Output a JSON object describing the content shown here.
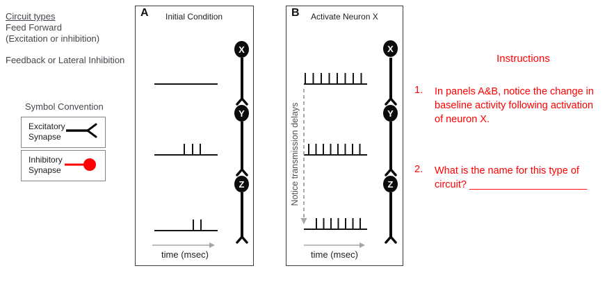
{
  "colors": {
    "accent_red": "#ff0000",
    "arrow_gray": "#a6a6a6",
    "ink_black": "#0b0b0b",
    "left_text": "#44464e",
    "delay_note_gray": "#4d4d4d"
  },
  "left_notes": {
    "heading": "Circuit types",
    "lines": [
      "Feed Forward",
      "(Excitation or inhibition)"
    ],
    "line_feedback": "Feedback or Lateral Inhibition"
  },
  "legend": {
    "title": "Symbol Convention",
    "items": [
      {
        "label_lines": [
          "Excitatory",
          "Synapse"
        ],
        "symbol": "excitatory-synapse-fork",
        "color": "#0b0b0b"
      },
      {
        "label_lines": [
          "Inhibitory",
          "Synapse"
        ],
        "symbol": "inhibitory-synapse-dot",
        "color": "#ff0000"
      }
    ]
  },
  "panels": [
    {
      "key": "A",
      "label": "A",
      "title": "Initial Condition",
      "neurons": [
        "X",
        "Y",
        "Z"
      ],
      "time_axis_label": "time (msec)",
      "traces": [
        {
          "neuron": "X",
          "spike_offsets": []
        },
        {
          "neuron": "Y",
          "spike_offsets": [
            43,
            55,
            66
          ]
        },
        {
          "neuron": "Z",
          "spike_offsets": [
            56,
            67
          ]
        }
      ]
    },
    {
      "key": "B",
      "label": "B",
      "title": "Activate Neuron X",
      "neurons": [
        "X",
        "Y",
        "Z"
      ],
      "time_axis_label": "time (msec)",
      "delay_note": "Notice transmission delays",
      "traces": [
        {
          "neuron": "X",
          "spike_offsets": [
            2,
            13.5,
            25,
            36.5,
            48,
            59.5,
            71,
            82.5
          ]
        },
        {
          "neuron": "Y",
          "spike_offsets": [
            7,
            17.5,
            28,
            38.5,
            49,
            59.5,
            70,
            80.5
          ]
        },
        {
          "neuron": "Z",
          "spike_offsets": [
            18,
            28.5,
            39,
            49.5,
            60,
            70.5,
            81
          ]
        }
      ]
    }
  ],
  "instructions": {
    "title": "Instructions",
    "items": [
      {
        "number": "1.",
        "lines": [
          "In panels A&B, notice the change in",
          "baseline activity following activation",
          "of neuron X."
        ]
      },
      {
        "number": "2.",
        "lines": [
          "What is the name for this type of",
          "circuit? _____________________"
        ]
      }
    ]
  }
}
